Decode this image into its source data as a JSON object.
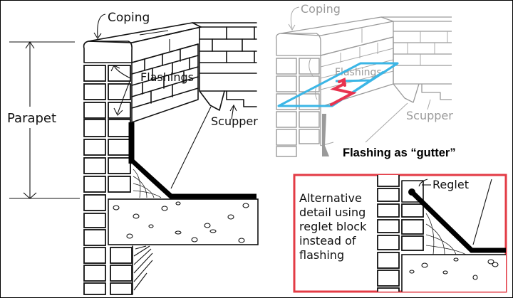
{
  "diagram": {
    "title": "Parapet roof edge detail",
    "main_view": {
      "labels": {
        "coping": "Coping",
        "flashings": "Flashings",
        "scupper": "Scupper",
        "parapet": "Parapet"
      }
    },
    "annotated_view": {
      "labels": {
        "coping": "Coping",
        "flashings": "Flashings",
        "scupper": "Scupper"
      },
      "caption": "Flashing as “gutter”",
      "overlay_colors": {
        "gutter_outline": "#3bb6e6",
        "flow_arrow": "#e8334f"
      }
    },
    "inset": {
      "border_color": "#e33b45",
      "label_reglet": "Reglet",
      "description_lines": [
        "Alternative",
        "detail using",
        "reglet block",
        "instead of",
        "flashing"
      ]
    }
  }
}
